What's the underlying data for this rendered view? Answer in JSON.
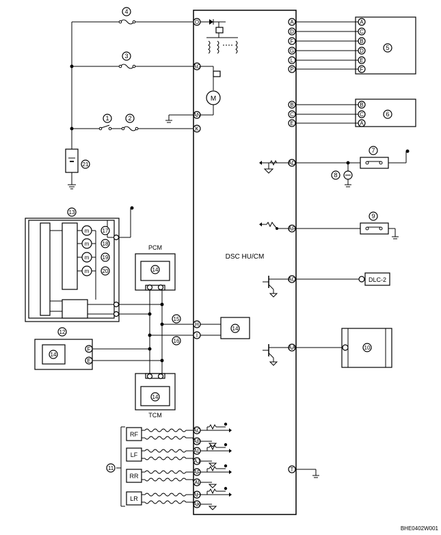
{
  "module": {
    "title": "DSC HU/CM",
    "pins": {
      "O": "O",
      "AG": "AG",
      "AN": "AN",
      "K": "K",
      "AD": "AD",
      "AP": "AP",
      "AO": "AO",
      "AA": "AA",
      "H": "H",
      "I": "I",
      "T": "T",
      "AC": "AC",
      "AE": "AE",
      "AL": "AL",
      "AJ": "AJ",
      "AF": "AF",
      "AI": "AI",
      "AH": "AH",
      "AK": "AK",
      "r1": "A",
      "r2": "D",
      "r3": "F",
      "r4": "G",
      "r5": "L",
      "r6": "P",
      "r7": "B",
      "r8": "C",
      "r9": "E"
    }
  },
  "callouts": {
    "c1": "1",
    "c2": "2",
    "c3": "3",
    "c4": "4",
    "c5": "5",
    "c6": "6",
    "c7": "7",
    "c8": "8",
    "c9": "9",
    "c10": "10",
    "c11": "11",
    "c12": "12",
    "c13": "13",
    "c14": "14",
    "c15": "15",
    "c16": "16",
    "c17": "17",
    "c18": "18",
    "c19": "19",
    "c20": "20",
    "c21": "21"
  },
  "box5": {
    "pins": [
      "A",
      "C",
      "B",
      "D",
      "E",
      "F"
    ]
  },
  "box6": {
    "pins": [
      "B",
      "C",
      "A"
    ]
  },
  "box12": {
    "pins": [
      "F",
      "E"
    ]
  },
  "pcm": {
    "label": "PCM"
  },
  "tcm": {
    "label": "TCM"
  },
  "dlc": {
    "label": "DLC-2"
  },
  "sensors": {
    "rf": "RF",
    "lf": "LF",
    "rr": "RR",
    "lr": "LR"
  },
  "figure_id": "BHE0402W001"
}
